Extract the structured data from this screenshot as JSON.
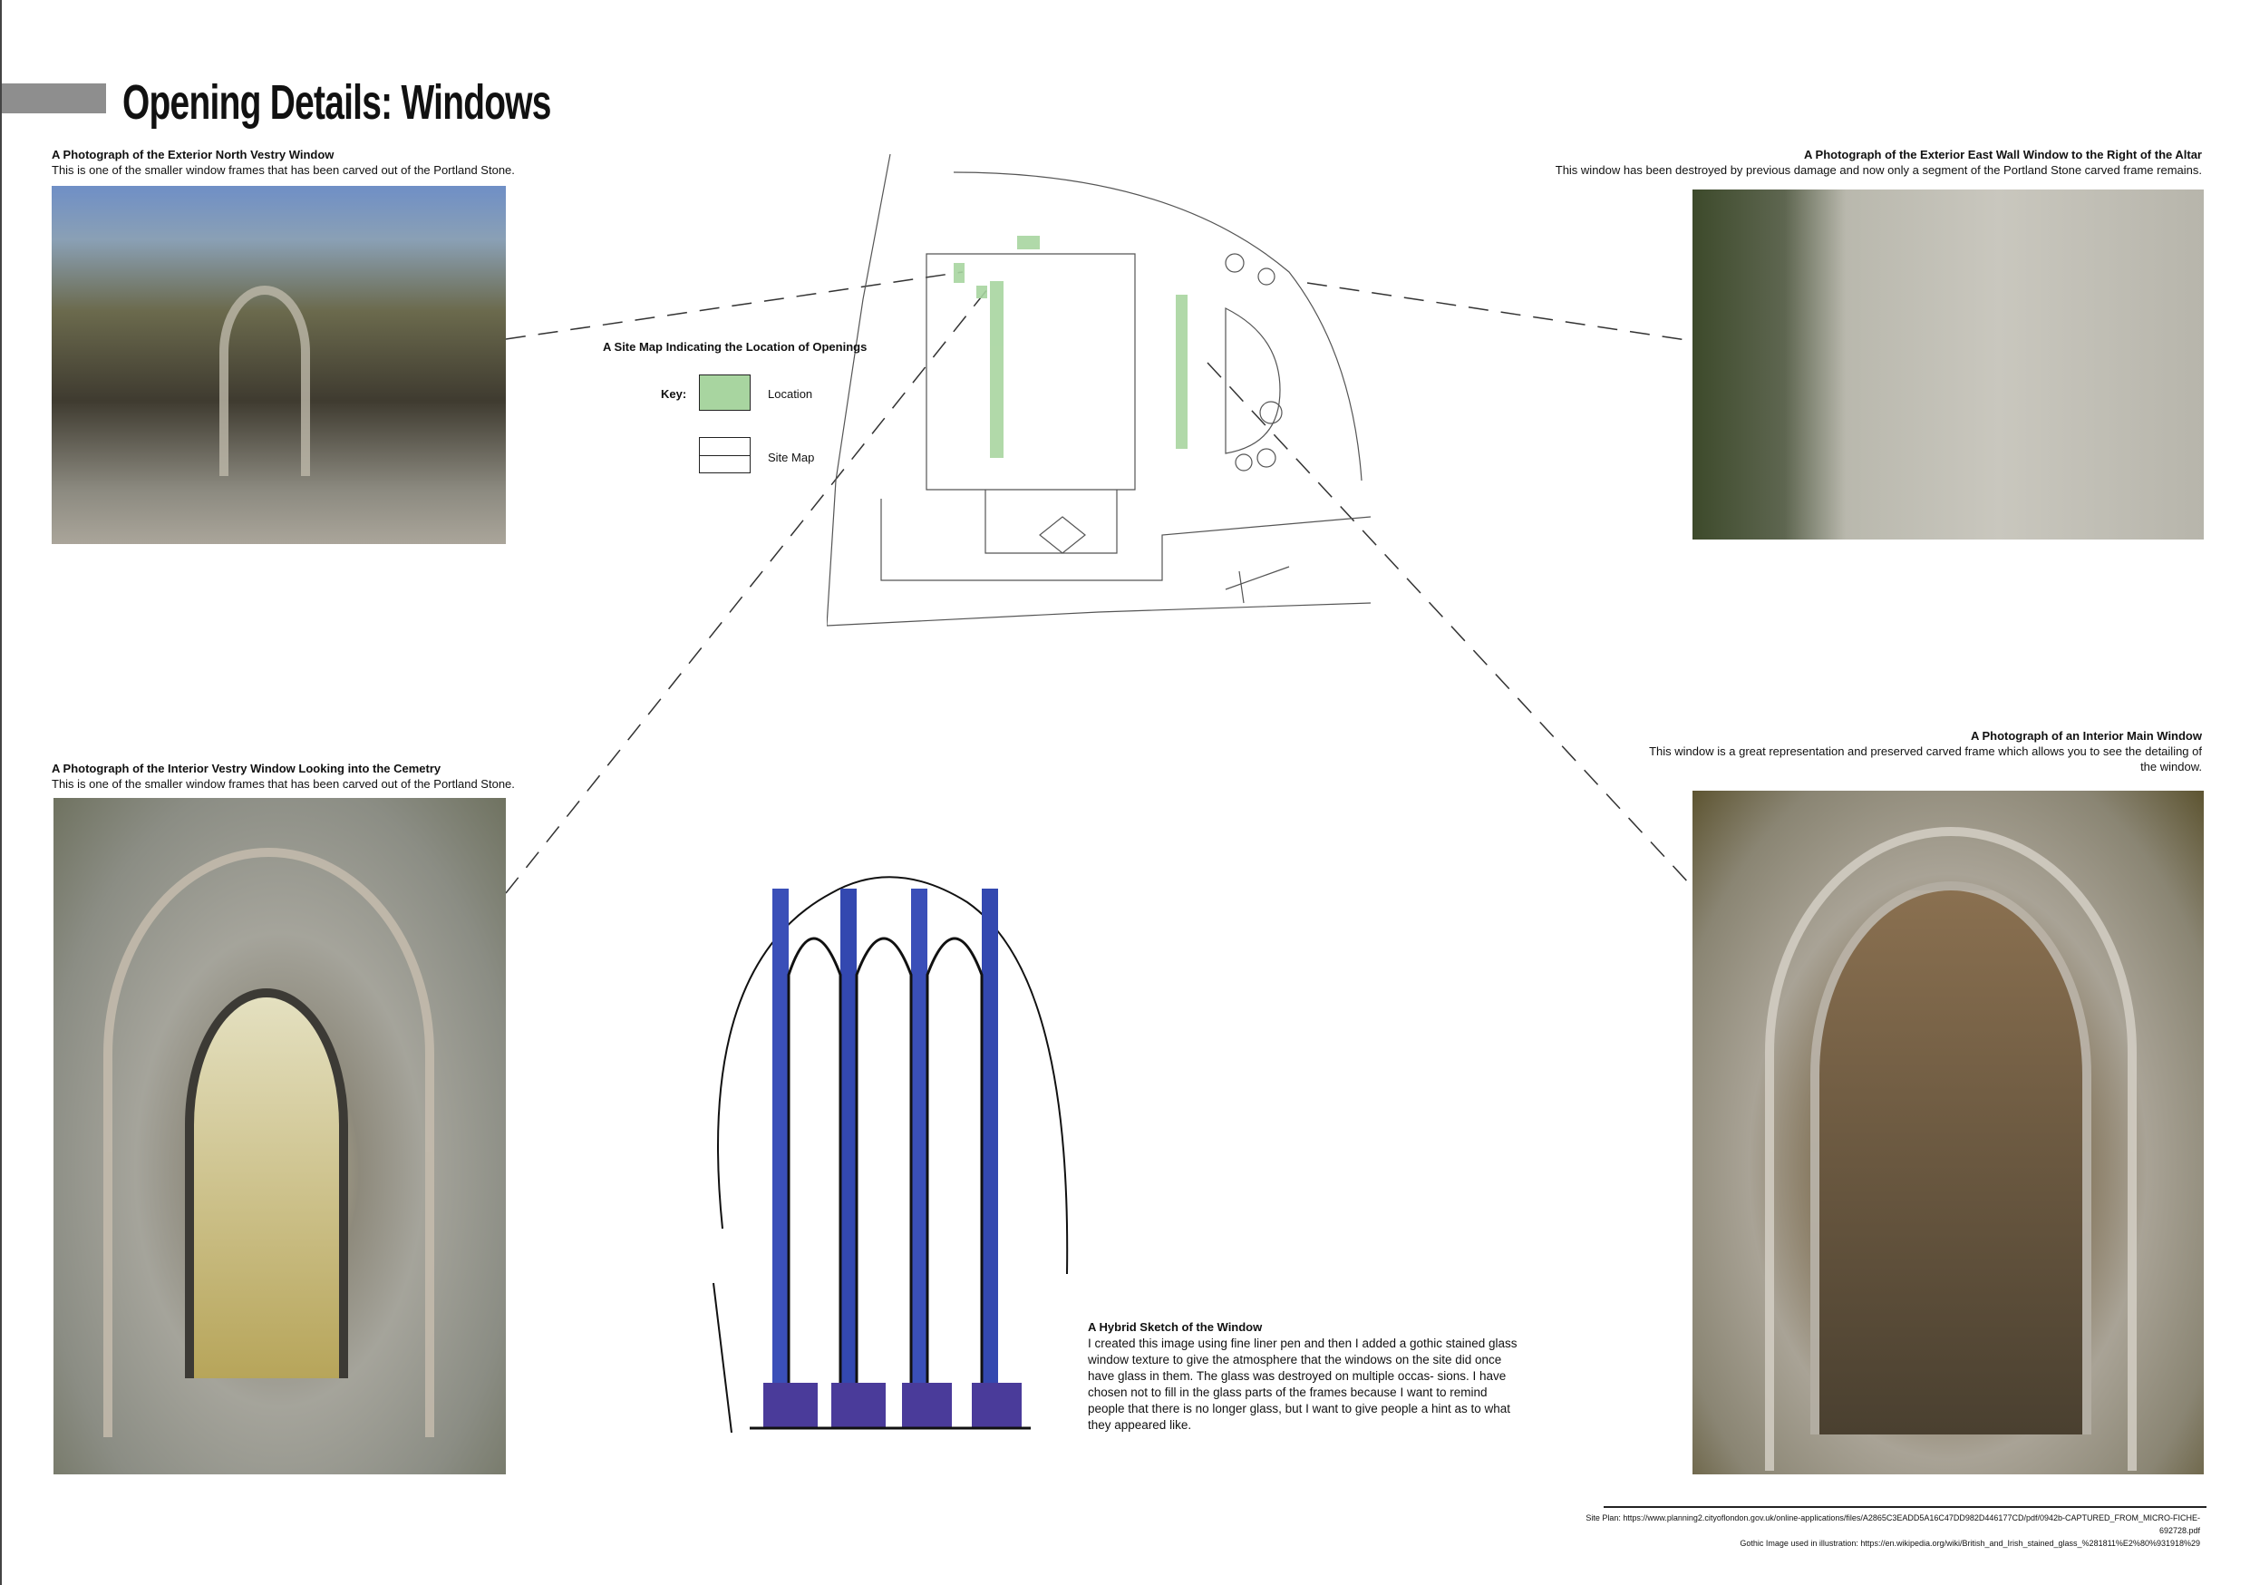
{
  "title": "Opening Details: Windows",
  "captions": {
    "nw": {
      "title": "A Photograph of the Exterior North Vestry Window",
      "text": "This is one of the smaller window frames that has been carved out of the Portland Stone."
    },
    "ne": {
      "title": "A Photograph of the Exterior East Wall Window to the Right of the Altar",
      "text": "This window has been destroyed by previous damage and now only a segment of the Portland Stone carved frame remains."
    },
    "sw": {
      "title": "A Photograph of the Interior Vestry Window Looking into the Cemetry",
      "text": "This is one of the smaller window frames that has been carved out of the Portland Stone."
    },
    "se": {
      "title": "A Photograph of an Interior Main Window",
      "text": "This window is a great representation and preserved carved frame which allows you to see the detailing of the window."
    },
    "sketch": {
      "title": "A Hybrid Sketch of the Window",
      "text": "I created this image using fine liner pen and then I added a gothic stained glass window texture to give the atmosphere that the windows on the site did once have glass in them. The glass was destroyed on multiple occas- sions. I have chosen not to fill in the glass parts of the frames because I want to remind people that there is no longer glass, but I want to give people a hint as to what they appeared like."
    }
  },
  "map_key": {
    "title": "A Site Map Indicating the Location of Openings",
    "key_label": "Key:",
    "location": "Location",
    "site_map": "Site Map",
    "location_color": "#a8d5a0"
  },
  "footer": {
    "line1": "Site Plan: https://www.planning2.cityoflondon.gov.uk/online-applications/files/A2865C3EADD5A16C47DD982D446177CD/pdf/0942b-CAPTURED_FROM_MICRO-FICHE-692728.pdf",
    "line2": "Gothic Image used in illustration: https://en.wikipedia.org/wiki/British_and_Irish_stained_glass_%281811%E2%80%931918%29"
  }
}
